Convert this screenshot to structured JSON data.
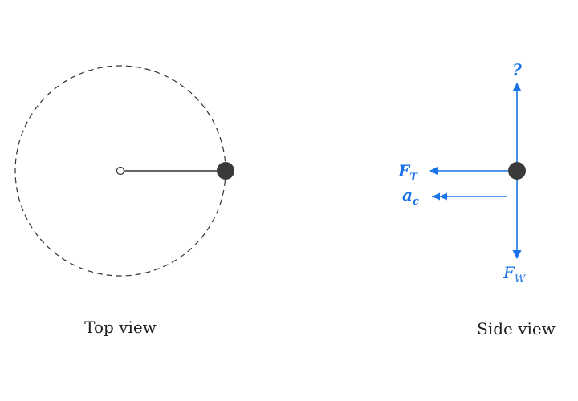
{
  "top_view": {
    "caption": "Top view"
  },
  "side_view": {
    "caption": "Side view",
    "labels": {
      "up": "?",
      "tension_main": "F",
      "tension_sub": "T",
      "accel_main": "a",
      "accel_sub": "c",
      "weight_main": "F",
      "weight_sub": "W"
    }
  },
  "colors": {
    "vector": "#1a73e8",
    "mass": "#3a3a3a",
    "line": "#333333",
    "dashed_path": "#333333"
  }
}
